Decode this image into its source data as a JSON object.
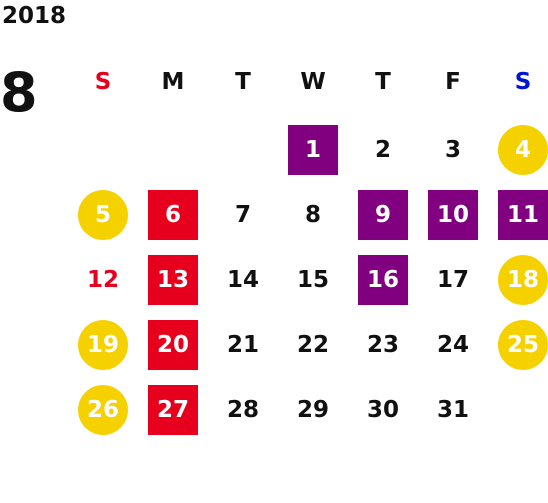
{
  "year": "2018",
  "month": "8",
  "weekdays": [
    "S",
    "M",
    "T",
    "W",
    "T",
    "F",
    "S"
  ],
  "colors": {
    "sunday_label": "#e6001e",
    "saturday_label": "#0014d8",
    "red_square": "#e6001e",
    "purple_square": "#800080",
    "yellow_circle": "#f6d100"
  },
  "first_weekday": 3,
  "days": [
    {
      "d": "1",
      "style": "purple"
    },
    {
      "d": "2",
      "style": "plain"
    },
    {
      "d": "3",
      "style": "plain"
    },
    {
      "d": "4",
      "style": "yellow"
    },
    {
      "d": "5",
      "style": "yellow"
    },
    {
      "d": "6",
      "style": "holiday-red"
    },
    {
      "d": "7",
      "style": "plain"
    },
    {
      "d": "8",
      "style": "plain"
    },
    {
      "d": "9",
      "style": "purple"
    },
    {
      "d": "10",
      "style": "purple"
    },
    {
      "d": "11",
      "style": "purple"
    },
    {
      "d": "12",
      "style": "red-text"
    },
    {
      "d": "13",
      "style": "holiday-red"
    },
    {
      "d": "14",
      "style": "plain"
    },
    {
      "d": "15",
      "style": "plain"
    },
    {
      "d": "16",
      "style": "purple"
    },
    {
      "d": "17",
      "style": "plain"
    },
    {
      "d": "18",
      "style": "yellow"
    },
    {
      "d": "19",
      "style": "yellow"
    },
    {
      "d": "20",
      "style": "holiday-red"
    },
    {
      "d": "21",
      "style": "plain"
    },
    {
      "d": "22",
      "style": "plain"
    },
    {
      "d": "23",
      "style": "plain"
    },
    {
      "d": "24",
      "style": "plain"
    },
    {
      "d": "25",
      "style": "yellow"
    },
    {
      "d": "26",
      "style": "yellow"
    },
    {
      "d": "27",
      "style": "holiday-red"
    },
    {
      "d": "28",
      "style": "plain"
    },
    {
      "d": "29",
      "style": "plain"
    },
    {
      "d": "30",
      "style": "plain"
    },
    {
      "d": "31",
      "style": "plain"
    }
  ]
}
